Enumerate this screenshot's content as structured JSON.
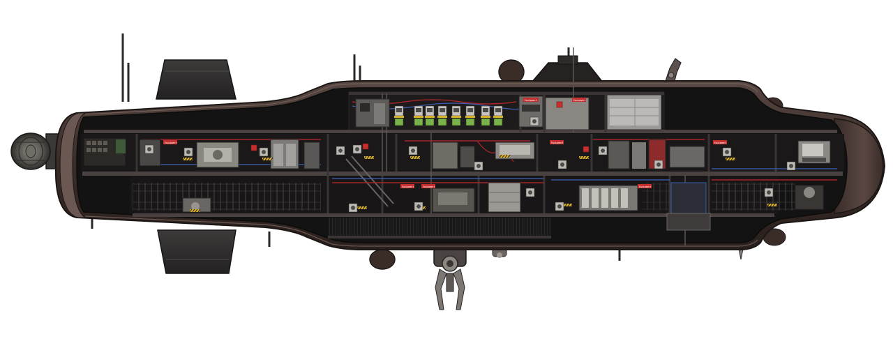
{
  "scene": {
    "type": "submarine-cross-section",
    "view": "side",
    "background_color": "#ffffff",
    "palette": {
      "hull_outer": "#3a2c27",
      "hull_rim": "#6b5852",
      "hull_dark": "#1e1a19",
      "interior": "#141313",
      "deck": "#4a4240",
      "wire_red": "#a1252a",
      "wire_blue": "#3d63b3",
      "hazard_yellow": "#d8b02a",
      "terminal_green": "#7ab24a",
      "label_red": "#c62f2f"
    }
  },
  "hull": {
    "nose": "rounded-dome",
    "stern": "propeller-mount"
  },
  "room_labels": {
    "tag_1": "Equipment",
    "tag_2": "Equipment",
    "tag_3": "Equipment",
    "tag_4": "Equipment",
    "tag_5": "Equipment",
    "tag_6": "Equipment",
    "tag_7": "Equipment",
    "tag_8": "Equipment"
  },
  "icons": {
    "propeller": "propeller-icon",
    "drone": "docking-drone-icon",
    "antenna": "antenna-icon"
  }
}
